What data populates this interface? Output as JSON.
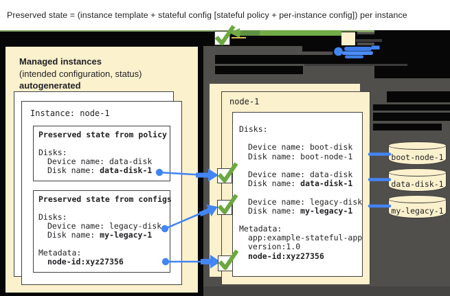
{
  "title": "Preserved state = (instance template + stateful config [stateful policy + per-instance config]) per instance",
  "left_panel": {
    "heading_line1": "Managed instances",
    "heading_line2": "(intended configuration, status)",
    "heading_line3": "autogenerated",
    "instance_label": "Instance: node-1",
    "policy_box": {
      "title": "Preserved state from policy",
      "disks_label": "Disks:",
      "device_line": "Device name: data-disk",
      "disk_prefix": "Disk name: ",
      "disk_value": "data-disk-1"
    },
    "configs_box": {
      "title": "Preserved state from configs",
      "disks_label": "Disks:",
      "device_line": "Device name: legacy-disk",
      "disk_prefix": "Disk name: ",
      "disk_value": "my-legacy-1",
      "metadata_label": "Metadata:",
      "metadata_value": "node-id:xyz27356"
    }
  },
  "vm_panel": {
    "name": "node-1",
    "disks_label": "Disks:",
    "boot_device_line": "Device name: boot-disk",
    "boot_disk_line": "Disk name: boot-node-1",
    "data_device_line": "Device name: data-disk",
    "data_disk_prefix": "Disk name: ",
    "data_disk_value": "data-disk-1",
    "legacy_device_line": "Device name: legacy-disk",
    "legacy_disk_prefix": "Disk name: ",
    "legacy_disk_value": "my-legacy-1",
    "metadata_label": "Metadata:",
    "metadata_app_line": "app:example-stateful-app",
    "metadata_version_line": "version:1.0",
    "metadata_node_line": "node-id:xyz27356"
  },
  "disks": [
    "boot-node-1",
    "data-disk-1",
    "my-legacy-1"
  ],
  "colors": {
    "accent_blue": "#4285F4",
    "check_green": "#6BA83F",
    "arrow_green": "#71AC47",
    "divider_green": "#85A663",
    "panel_cream": "#FCF1CD",
    "panel_gray": "#514F4C",
    "redaction_black": "#070707"
  }
}
